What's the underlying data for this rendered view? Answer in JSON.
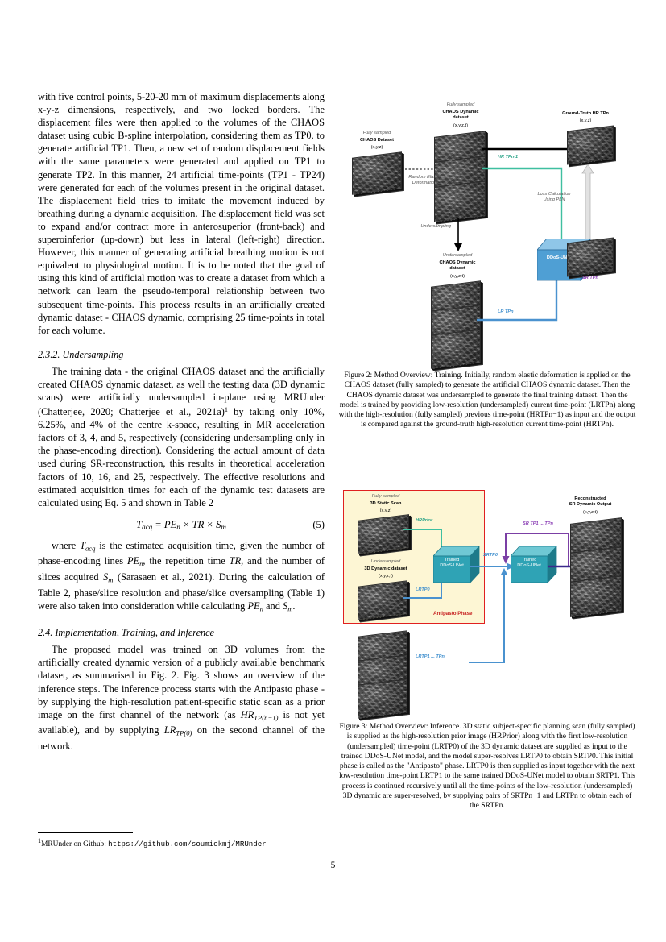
{
  "page_number": "5",
  "left_column": {
    "paragraphs": [
      "with five control points, 5-20-20 mm of maximum displacements along x-y-z dimensions, respectively, and two locked borders. The displacement files were then applied to the volumes of the CHAOS dataset using cubic B-spline interpolation, considering them as TP0, to generate artificial TP1. Then, a new set of random displacement fields with the same parameters were generated and applied on TP1 to generate TP2. In this manner, 24 artificial time-points (TP1 - TP24) were generated for each of the volumes present in the original dataset. The displacement field tries to imitate the movement induced by breathing during a dynamic acquisition. The displacement field was set to expand and/or contract more in anterosuperior (front-back) and superoinferior (up-down) but less in lateral (left-right) direction. However, this manner of generating artificial breathing motion is not equivalent to physiological motion. It is to be noted that the goal of using this kind of artificial motion was to create a dataset from which a network can learn the pseudo-temporal relationship between two subsequent time-points. This process results in an artificially created dynamic dataset - CHAOS dynamic, comprising 25 time-points in total for each volume."
    ],
    "section_undersampling": {
      "heading": "2.3.2. Undersampling",
      "paragraph_pre_footnote": "The training data - the original CHAOS dataset and the artificially created CHAOS dynamic dataset, as well the testing data (3D dynamic scans) were artificially undersampled in-plane using MRUnder (Chatterjee, 2020; Chatterjee et al., 2021a)",
      "footnote_marker": "1",
      "paragraph_post_footnote": " by taking only 10%, 6.25%, and 4% of the centre k-space, resulting in MR acceleration factors of 3, 4, and 5, respectively (considering undersampling only in the phase-encoding direction). Considering the actual amount of data used during SR-reconstruction, this results in theoretical acceleration factors of 10, 16, and 25, respectively. The effective resolutions and estimated acquisition times for each of the dynamic test datasets are calculated using Eq. 5 and shown in Table 2"
    },
    "equation": {
      "lhs": "T",
      "lhs_sub": "acq",
      "body": " = PE",
      "body_sub": "n",
      "mid": " × TR × S",
      "mid_sub": "m",
      "number": "(5)"
    },
    "where_paragraph_parts": [
      "where ",
      "T",
      "acq",
      " is the estimated acquisition time, given the number of phase-encoding lines ",
      "PE",
      "n",
      ", the repetition time ",
      "TR",
      ", and the number of slices acquired ",
      "S",
      "m",
      " (Sarasaen et al., 2021). During the calculation of Table 2, phase/slice resolution and phase/slice oversampling (Table 1) were also taken into consideration while calculating ",
      "PE",
      "n",
      " and ",
      "S",
      "m",
      "."
    ],
    "section_implementation": {
      "heading": "2.4. Implementation, Training, and Inference",
      "paragraph_parts": [
        "The proposed model was trained on 3D volumes from the artificially created dynamic version of a publicly available benchmark dataset, as summarised in Fig. 2. Fig. 3 shows an overview of the inference steps. The inference process starts with the Antipasto phase - by supplying the high-resolution patient-specific static scan as a prior image on the first channel of the network (as ",
        "HR",
        "TP(n−1)",
        " is not yet available), and by supplying ",
        "LR",
        "TP(0)",
        " on the second channel of the network."
      ]
    },
    "footnote": {
      "marker": "1",
      "text": "MRUnder on Github: ",
      "url": "https://github.com/soumickmj/MRUnder"
    }
  },
  "figure2": {
    "caption": "Figure 2: Method Overview: Training. Initially, random elastic deformation is applied on the CHAOS dataset (fully sampled) to generate the artificial CHAOS dynamic dataset. Then the CHAOS dynamic dataset was undersampled to generate the final training dataset. Then the model is trained by providing low-resolution (undersampled) current time-point (LRTPn) along with the high-resolution (fully sampled) previous time-point (HRTPn−1) as input and the output is compared against the ground-truth high-resolution current time-point (HRTPn).",
    "labels": {
      "chaos_dataset_sub": "Fully sampled",
      "chaos_dataset_title": "CHAOS Dataset",
      "chaos_dataset_dims": "(x,y,z)",
      "random_elastic": "Random Elastic\nDeformation",
      "dynamic_sub": "Fully sampled",
      "dynamic_title": "CHAOS Dynamic\ndataset",
      "dynamic_dims": "(x,y,z,t)",
      "ground_truth_title": "Ground-Truth HR TPn",
      "ground_truth_dims": "(x,y,z)",
      "hr_tp": "HR TPn-1",
      "loss_calc": "Loss Calculation\nUsing PLN",
      "undersampling": "Undersampling",
      "under_sub": "Undersampled",
      "under_title": "CHAOS Dynamic\ndataset",
      "under_dims": "(x,y,z,t)",
      "unet": "DDoS-UNet",
      "lr_tp": "LR TPn",
      "sr_tp": "SR TPn"
    },
    "colors": {
      "teal": "#3fbfa0",
      "blue": "#3f8fce",
      "purple": "#8b3fb5",
      "unet_face": "#4f9fd4",
      "unet_side": "#2d6f9f",
      "unet_top": "#8fc6e8",
      "gray_arrow": "#d0d0d0",
      "black": "#000000"
    }
  },
  "figure3": {
    "caption": "Figure 3: Method Overview: Inference. 3D static subject-specific planning scan (fully sampled) is supplied as the high-resolution prior image (HRPrior) along with the first low-resolution (undersampled) time-point (LRTP0) of the 3D dynamic dataset are supplied as input to the trained DDoS-UNet model, and the model super-resolves LRTP0 to obtain SRTP0. This initial phase is called as the \"Antipasto\" phase. LRTP0 is then supplied as input together with the next low-resolution time-point LRTP1 to the same trained DDoS-UNet model to obtain SRTP1. This process is continued recursively until all the time-points of the low-resolution (undersampled) 3D dynamic are super-resolved, by supplying pairs of SRTPn−1 and LRTPn to obtain each of the SRTPn.",
    "labels": {
      "static_sub": "Fully sampled",
      "static_title": "3D Static Scan",
      "static_dims": "(x,y,z)",
      "dyn_sub": "Undersampled",
      "dyn_title": "3D Dynamic dataset",
      "dyn_dims": "(x,y,z,t)",
      "hr_prior": "HRPrior",
      "lr_tp0": "LRTP0",
      "unet1": "Trained\nDDoS-UNet",
      "unet2": "Trained\nDDoS-UNet",
      "sr_tp0": "SRTP0",
      "sr_tp_range": "SR TP1 ... TPn",
      "lr_tp_range": "LRTP1 ... TPn",
      "antipasto": "Antipasto Phase",
      "output_title": "Reconstructed\nSR Dynamic Output",
      "output_dims": "(x,y,z,t)"
    },
    "colors": {
      "box_fill": "#fdf6d4",
      "box_border": "#e02020",
      "teal": "#3fbfa0",
      "blue": "#4a92cf",
      "purple": "#7b3fa5",
      "unet_face": "#2fa3b5",
      "unet_side": "#1d7a8a",
      "unet_top": "#6fc8d4",
      "antipasto_text": "#c62020"
    }
  }
}
